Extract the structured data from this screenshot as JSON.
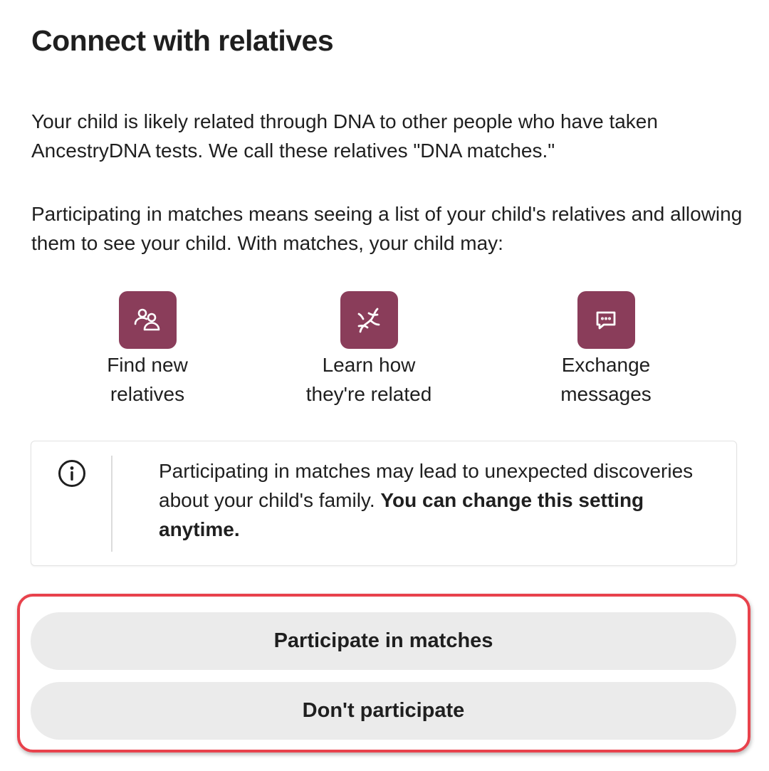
{
  "page": {
    "title": "Connect with relatives",
    "paragraph_1": "Your child is likely related through DNA to other people who have taken AncestryDNA tests. We call these relatives \"DNA matches.\"",
    "paragraph_2": "Participating in matches means seeing a list of your child's relatives and allowing them to see your child. With matches, your child may:"
  },
  "features": [
    {
      "icon": "people-icon",
      "line_1": "Find new",
      "line_2": "relatives"
    },
    {
      "icon": "dna-icon",
      "line_1": "Learn how",
      "line_2": "they're related"
    },
    {
      "icon": "chat-icon",
      "line_1": "Exchange",
      "line_2": "messages"
    }
  ],
  "notice": {
    "icon": "info-icon",
    "text": "Participating in matches may lead to unexpected discoveries about your child's family.",
    "bold_text": "You can change this setting anytime."
  },
  "actions": {
    "participate_label": "Participate in matches",
    "decline_label": "Don't participate"
  },
  "colors": {
    "icon_background": "#8a3d5a",
    "button_background": "#ebebeb",
    "highlight_border": "#e8424c"
  }
}
